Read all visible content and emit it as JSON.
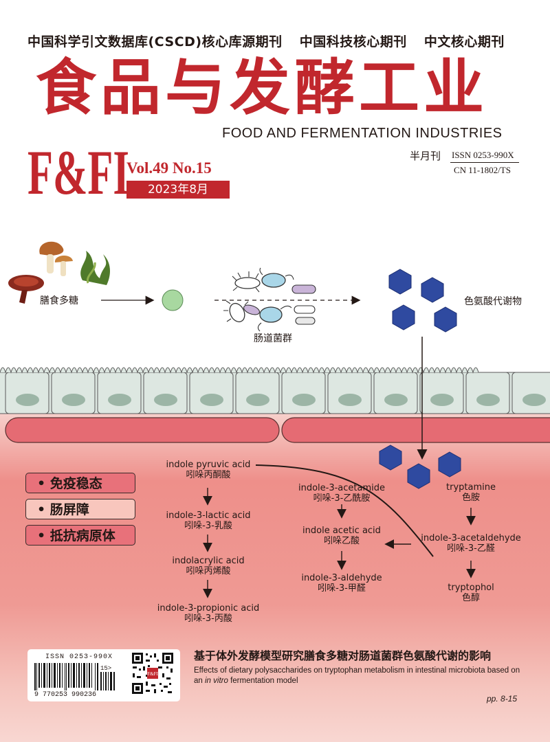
{
  "header": {
    "core_listings": [
      "中国科学引文数据库(CSCD)核心库源期刊",
      "中国科技核心期刊",
      "中文核心期刊"
    ],
    "title_cn": "食品与发酵工业",
    "title_en": "FOOD AND FERMENTATION INDUSTRIES",
    "logo_text": "F&FI",
    "volume": "Vol.49  No.15",
    "date": "2023年8月",
    "frequency": "半月刊",
    "issn": "ISSN 0253-990X",
    "cn": "CN 11-1802/TS"
  },
  "illustration": {
    "polysaccharide_label": "膳食多糖",
    "microbiota_label": "肠道菌群",
    "metabolites_label": "色氨酸代谢物"
  },
  "functions": [
    "• 免疫稳态",
    "• 肠屏障",
    "• 抵抗病原体"
  ],
  "pathway": {
    "left": [
      {
        "en": "indole pyruvic acid",
        "cn": "吲哚丙酮酸"
      },
      {
        "en": "indole-3-lactic acid",
        "cn": "吲哚-3-乳酸"
      },
      {
        "en": "indolacrylic acid",
        "cn": "吲哚丙烯酸"
      },
      {
        "en": "indole-3-propionic acid",
        "cn": "吲哚-3-丙酸"
      }
    ],
    "middle": [
      {
        "en": "indole-3-acetamide",
        "cn": "吲哚-3-乙酰胺"
      },
      {
        "en": "indole acetic acid",
        "cn": "吲哚乙酸"
      },
      {
        "en": "indole-3-aldehyde",
        "cn": "吲哚-3-甲醛"
      }
    ],
    "right": [
      {
        "en": "tryptamine",
        "cn": "色胺"
      },
      {
        "en": "indole-3-acetaldehyde",
        "cn": "吲哚-3-乙醛"
      },
      {
        "en": "tryptophol",
        "cn": "色醇"
      }
    ]
  },
  "barcode": {
    "issn": "ISSN 0253-990X",
    "ean": "9 770253 990236",
    "addon": "15>"
  },
  "article": {
    "title_cn": "基于体外发酵模型研究膳食多糖对肠道菌群色氨酸代谢的影响",
    "title_en_pre": "Effects of dietary polysaccharides on tryptophan metabolism in intestinal microbiota based on an ",
    "title_en_italic": "in vitro",
    "title_en_post": " fermentation model",
    "pages": "pp. 8-15"
  },
  "colors": {
    "brand_red": "#c1272d",
    "hexagon_blue": "#2f4aa0",
    "tissue_pink": "#e8717a"
  }
}
